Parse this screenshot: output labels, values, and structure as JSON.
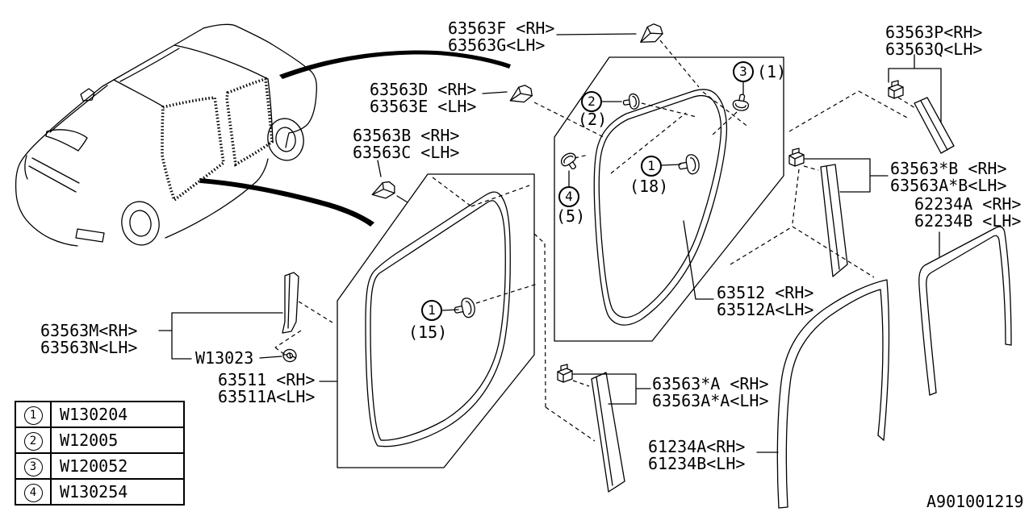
{
  "colors": {
    "line": "#000000",
    "background": "#ffffff"
  },
  "labels": {
    "clip_f": [
      "63563F <RH>",
      "63563G<LH>"
    ],
    "clip_d": [
      "63563D <RH>",
      "63563E <LH>"
    ],
    "clip_b": [
      "63563B <RH>",
      "63563C <LH>"
    ],
    "sash_p": [
      "63563P<RH>",
      "63563Q<LH>"
    ],
    "sash_m": [
      "63563M<RH>",
      "63563N<LH>"
    ],
    "grommet_w": [
      "W13023"
    ],
    "front_ws": [
      "63511 <RH>",
      "63511A<LH>"
    ],
    "rear_ws": [
      "63512 <RH>",
      "63512A<LH>"
    ],
    "sash_b": [
      "63563*B <RH>",
      "63563A*B<LH>"
    ],
    "run_rear": [
      "62234A <RH>",
      "62234B <LH>"
    ],
    "sash_a": [
      "63563*A <RH>",
      "63563A*A<LH>"
    ],
    "run_front": [
      "61234A<RH>",
      "61234B<LH>"
    ]
  },
  "callouts": {
    "rear_top": {
      "num": "3",
      "count": "(1)"
    },
    "rear_upper": {
      "num": "2",
      "count": "(2)"
    },
    "rear_mid": {
      "num": "1",
      "count": "(18)"
    },
    "rear_left": {
      "num": "4",
      "count": "(5)"
    },
    "front_mid": {
      "num": "1",
      "count": "(15)"
    }
  },
  "legend": {
    "rows": [
      {
        "num": "1",
        "part": "W130204"
      },
      {
        "num": "2",
        "part": "W12005"
      },
      {
        "num": "3",
        "part": "W120052"
      },
      {
        "num": "4",
        "part": "W130254"
      }
    ]
  },
  "diagram_code": "A901001219",
  "icons": {
    "pin": "push-pin-clip-icon",
    "wedge": "corner-trim-clip-icon",
    "box": "square-clip-icon",
    "grommet": "screw-grommet-icon"
  }
}
